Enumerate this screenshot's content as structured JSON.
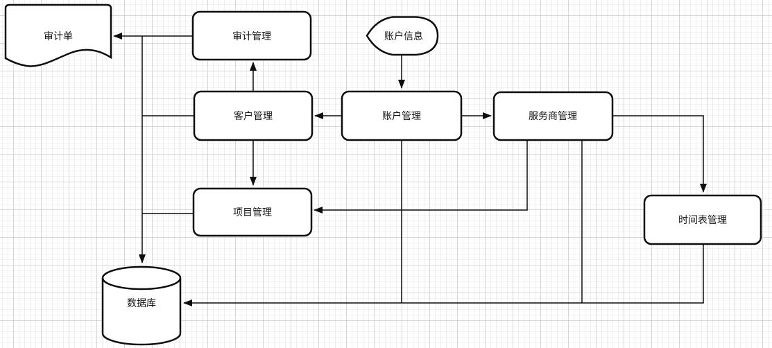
{
  "app": {
    "kind": "flowchart-canvas",
    "background": "grid"
  },
  "colors": {
    "canvas_background": "#ffffff",
    "grid_minor": "#f1f1f1",
    "grid_major": "#d9d9d9",
    "shape_fill": "#ffffff",
    "shape_stroke": "#0d0d0d",
    "text": "#141414"
  },
  "diagram": {
    "nodes": {
      "audit_sheet": {
        "label": "审计单",
        "shape": "document"
      },
      "audit_mgmt": {
        "label": "审计管理",
        "shape": "rounded-rectangle"
      },
      "account_info": {
        "label": "账户信息",
        "shape": "display"
      },
      "customer_mgmt": {
        "label": "客户管理",
        "shape": "rounded-rectangle"
      },
      "account_mgmt": {
        "label": "账户管理",
        "shape": "rounded-rectangle"
      },
      "provider_mgmt": {
        "label": "服务商管理",
        "shape": "rounded-rectangle"
      },
      "project_mgmt": {
        "label": "项目管理",
        "shape": "rounded-rectangle"
      },
      "timesheet_mgmt": {
        "label": "时间表管理",
        "shape": "rounded-rectangle"
      },
      "database": {
        "label": "数据库",
        "shape": "cylinder"
      }
    },
    "edges": [
      {
        "from": "审计管理",
        "to": "审计单",
        "arrow": true
      },
      {
        "from": "客户管理",
        "to": "审计管理",
        "arrow": true
      },
      {
        "from": "客户管理",
        "to": "项目管理",
        "arrow": true
      },
      {
        "from": "账户信息",
        "to": "账户管理",
        "arrow": true
      },
      {
        "from": "账户管理",
        "to": "客户管理",
        "arrow": true
      },
      {
        "from": "账户管理",
        "to": "服务商管理",
        "arrow": true
      },
      {
        "from": "服务商管理",
        "to": "时间表管理",
        "arrow": true
      },
      {
        "from": "服务商管理",
        "to": "项目管理",
        "arrow": true
      },
      {
        "from": "客户管理",
        "to": "审计单 / 数据库 (共用总线)",
        "arrow": true
      },
      {
        "from": "项目管理",
        "to": "审计单 / 数据库 (共用总线)",
        "arrow": true
      },
      {
        "from": "账户管理",
        "to": "数据库",
        "arrow": true
      },
      {
        "from": "服务商管理",
        "to": "数据库",
        "arrow": true
      },
      {
        "from": "时间表管理",
        "to": "数据库",
        "arrow": true
      }
    ]
  }
}
